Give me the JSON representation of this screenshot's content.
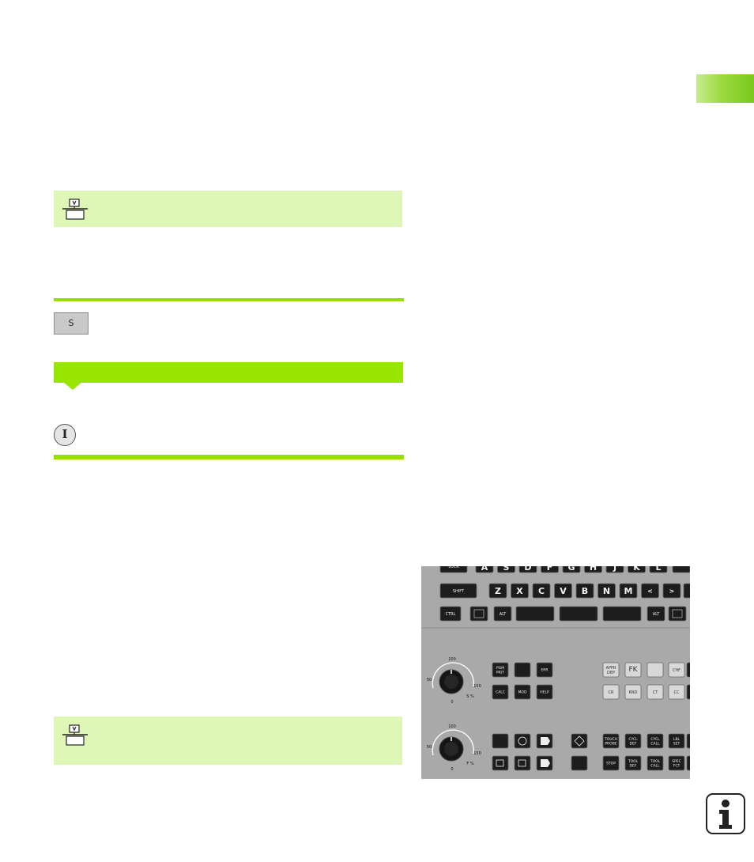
{
  "page": {
    "chapter_tab_color": "#9bd83f",
    "accent_color": "#98e600",
    "note_background": "#dff7b6"
  },
  "icons": {
    "machine": "machine-dependent-icon",
    "important": "important-note-icon",
    "info": "info-icon"
  },
  "soft_key": {
    "label": "S"
  },
  "important_circle": {
    "label": "I"
  },
  "keyboard": {
    "row1": [
      "LOCK",
      "A",
      "S",
      "D",
      "F",
      "G",
      "H",
      "J",
      "K",
      "L"
    ],
    "row2": [
      "SHIFT",
      "Z",
      "X",
      "C",
      "V",
      "B",
      "N",
      "M",
      "<",
      ">"
    ],
    "row3": [
      "CTRL",
      "ALT",
      "ALT"
    ],
    "dial1": {
      "min": "0",
      "low": "50",
      "mid": "100",
      "max": "150",
      "label": "S %"
    },
    "dial2": {
      "min": "0",
      "low": "50",
      "mid": "100",
      "max": "150",
      "label": "F %"
    },
    "block1": [
      "PGM MGT",
      "",
      "ERR",
      "CALC",
      "MOD",
      "HELP"
    ],
    "block2": [
      "APPR DEP",
      "FK",
      "",
      "CHF",
      "CR",
      "RND",
      "CT",
      "CC"
    ],
    "block3": [
      "TOUCH PROBE",
      "CYCL DEF",
      "CYCL CALL",
      "LBL SET",
      "STOP",
      "TOOL DEF",
      "TOOL CALL",
      "SPEC FCT"
    ]
  }
}
